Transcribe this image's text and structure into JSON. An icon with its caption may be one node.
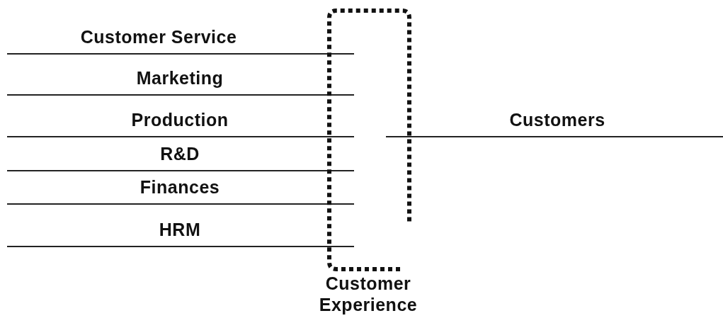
{
  "diagram": {
    "nodes": [
      {
        "text": [
          "Customer Experience"
        ]
      }
    ],
    "labels": [
      "Customer Service",
      "Marketing",
      "Production",
      "R&D",
      "Finances",
      "HRM",
      "Customers"
    ]
  }
}
